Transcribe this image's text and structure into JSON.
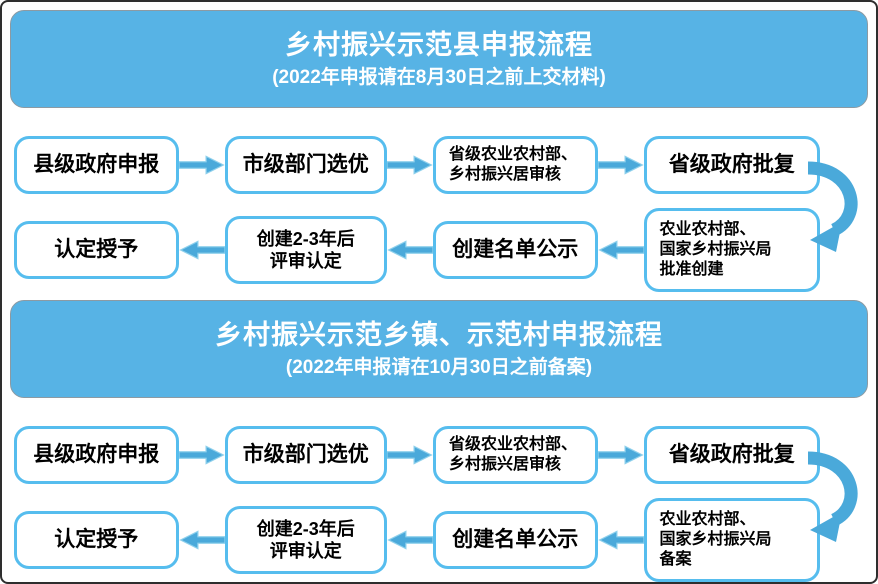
{
  "colors": {
    "header_bg": "#57b3e5",
    "header_text": "#ffffff",
    "box_border": "#56bdee",
    "box_text": "#000000",
    "arrow_fill": "#4aa9da",
    "arrow_stroke": "#8fd0ec",
    "page_border": "#2e2e2e"
  },
  "sections": [
    {
      "id": "county",
      "title": "乡村振兴示范县申报流程",
      "subtitle": "(2022年申报请在8月30日之前上交材料)",
      "top_row": [
        "县级政府申报",
        "市级部门选优",
        "省级农业农村部、\n乡村振兴居审核",
        "省级政府批复"
      ],
      "bottom_row": [
        "认定授予",
        "创建2-3年后\n评审认定",
        "创建名单公示",
        "农业农村部、\n国家乡村振兴局\n批准创建"
      ]
    },
    {
      "id": "township",
      "title": "乡村振兴示范乡镇、示范村申报流程",
      "subtitle": "(2022年申报请在10月30日之前备案)",
      "top_row": [
        "县级政府申报",
        "市级部门选优",
        "省级农业农村部、\n乡村振兴居审核",
        "省级政府批复"
      ],
      "bottom_row": [
        "认定授予",
        "创建2-3年后\n评审认定",
        "创建名单公示",
        "农业农村部、\n国家乡村振兴局\n备案"
      ]
    }
  ]
}
